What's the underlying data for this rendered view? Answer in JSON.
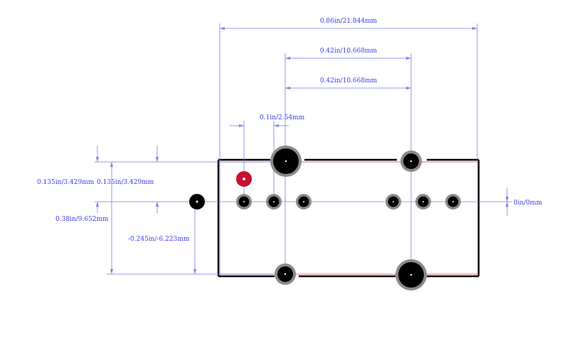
{
  "diagram": {
    "dimensions": {
      "overall_width": "0.86in/21.844mm",
      "mount_spacing_top": "0.42in/10.668mm",
      "mount_spacing_bottom": "0.42in/10.668mm",
      "pin_pitch": "0.1in/2.54mm",
      "top_offset_left": "0.135in/3.429mm",
      "top_offset_right": "0.135in/3.429mm",
      "total_height": "0.38in/9.652mm",
      "bottom_offset": "-0.245in/-6.223mm",
      "origin": "0in/0mm"
    },
    "colors": {
      "dimension": "#3a3aee",
      "pin1": "#c8102e",
      "pad_ring": "#8a8a8a",
      "hole": "#000000"
    }
  }
}
